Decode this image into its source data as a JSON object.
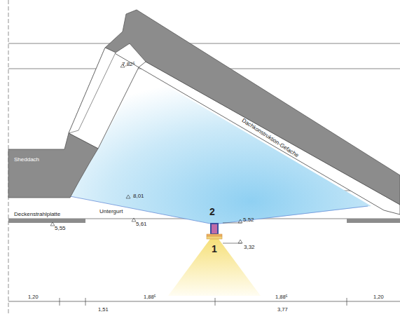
{
  "diagram": {
    "labels": [
      "7,82⁵",
      "Dachkonstruktion-Gefache",
      "Sheddach",
      "8,01",
      "Deckenstrahlplatte",
      "Untergurt",
      "2",
      "5,52",
      "5,55",
      "5,61",
      "3,32",
      "1",
      "1,20",
      "1,88⁵",
      "1,88⁵",
      "1,20",
      "1,51",
      "3,77"
    ]
  }
}
